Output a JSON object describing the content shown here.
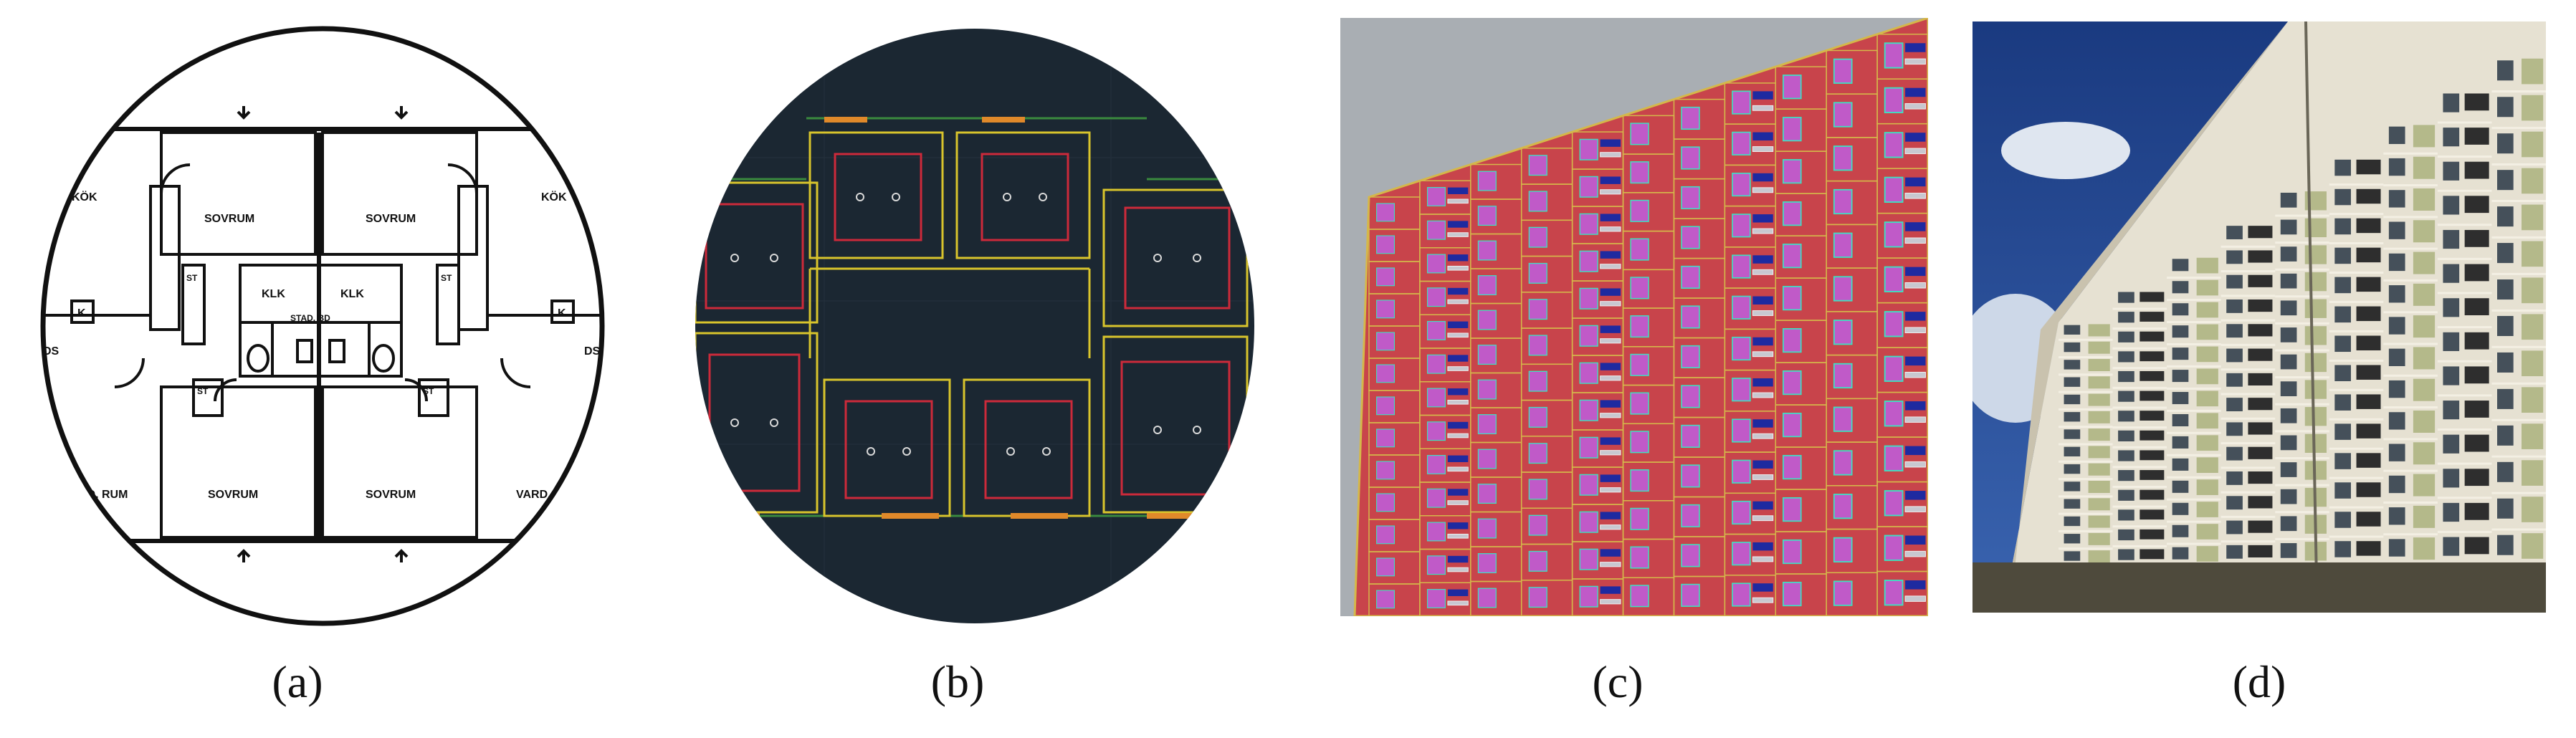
{
  "captions": {
    "a": "(a)",
    "b": "(b)",
    "c": "(c)",
    "d": "(d)"
  },
  "panel_a": {
    "room_labels": [
      "KÖK",
      "SOVRUM",
      "SOVRUM",
      "KÖK",
      "KLK",
      "KLK",
      "SOVRUM",
      "SOVRUM",
      "VARD. RUM",
      "RD. RUM",
      "DS",
      "DS",
      "K",
      "K",
      "ST",
      "ST",
      "ST",
      "ST",
      "STAD. BD"
    ]
  },
  "colors": {
    "cad_background": "#1b2732",
    "cad_red": "#cc2a3a",
    "cad_yellow": "#d8c42c",
    "cad_orange": "#e0892a",
    "cad_green": "#3a8a3e",
    "facade_red": "#c8444b",
    "sky_grey": "#a9aeb3",
    "photo_sky": "#1d3f86",
    "photo_facade": "#e6e1d2",
    "photo_accent_green": "#b4b98a"
  }
}
